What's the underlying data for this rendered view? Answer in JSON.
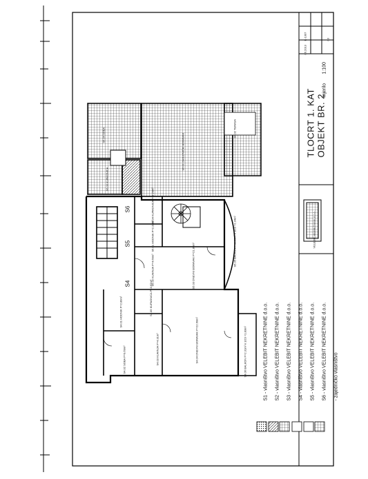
{
  "title_block": {
    "title_line1": "TLOCRT 1. KAT",
    "title_line2": "OBJEKT BR. 2",
    "scale_label": "mjerilo",
    "scale_value": "1:100",
    "sheet_cells": [
      "K-1307",
      "06.2013",
      "03"
    ],
    "firm_label": "VELEBIT NEKRETNINE d.o.o."
  },
  "legend": [
    {
      "label": "S1 - vlasništvo  VELEBIT NEKRETNINE d.o.o."
    },
    {
      "label": "S2 - vlasništvo  VELEBIT NEKRETNINE d.o.o."
    },
    {
      "label": "S3 - vlasništvo  VELEBIT NEKRETNINE d.o.o."
    },
    {
      "label": "S4 - vlasništvo  VELEBIT NEKRETNINE d.o.o."
    },
    {
      "label": "S5 - vlasništvo  VELEBIT NEKRETNINE d.o.o."
    },
    {
      "label": "S6 - vlasništvo  VELEBIT NEKRETNINE d.o.o."
    },
    {
      "label": "- zajedničko vlasništvo"
    }
  ],
  "unit_labels": {
    "s4": "S4",
    "s5": "S5",
    "s6": "S6"
  },
  "rooms": {
    "r1": "S4.04 DNEVNI BORAVAK P=22.60m²",
    "r2": "S4.03 KUHINJA P=4.31m²",
    "r3": "S4.02 SOBA P=9.69m²",
    "r4": "S4.01 HODNIK P=2.89m²",
    "r5": "S4.05 KUPAONICA P=3.62m²",
    "r6": "S4.06 BALKON P=2.31m² k 1/23 =1.83m²",
    "r7": "S5.02 KUHINJA P=4.69m²",
    "r8": "S5.03 DNEVNI BORAVAK P=21.85m²",
    "r9": "S5.01 HODNIK P=2.28m²",
    "r10": "S5.04 KUPAONICA P=3.29m²",
    "r11": "S5.05 BALKON P=2.99m² k 1/23 =2.34m²",
    "r12": "S6.01 ZAJEDNIČKI BORAVAK",
    "r13": "S6.02 TERASA",
    "r14": "S6.03 KUPAONICA",
    "r15": "S6.04 SOBA"
  }
}
